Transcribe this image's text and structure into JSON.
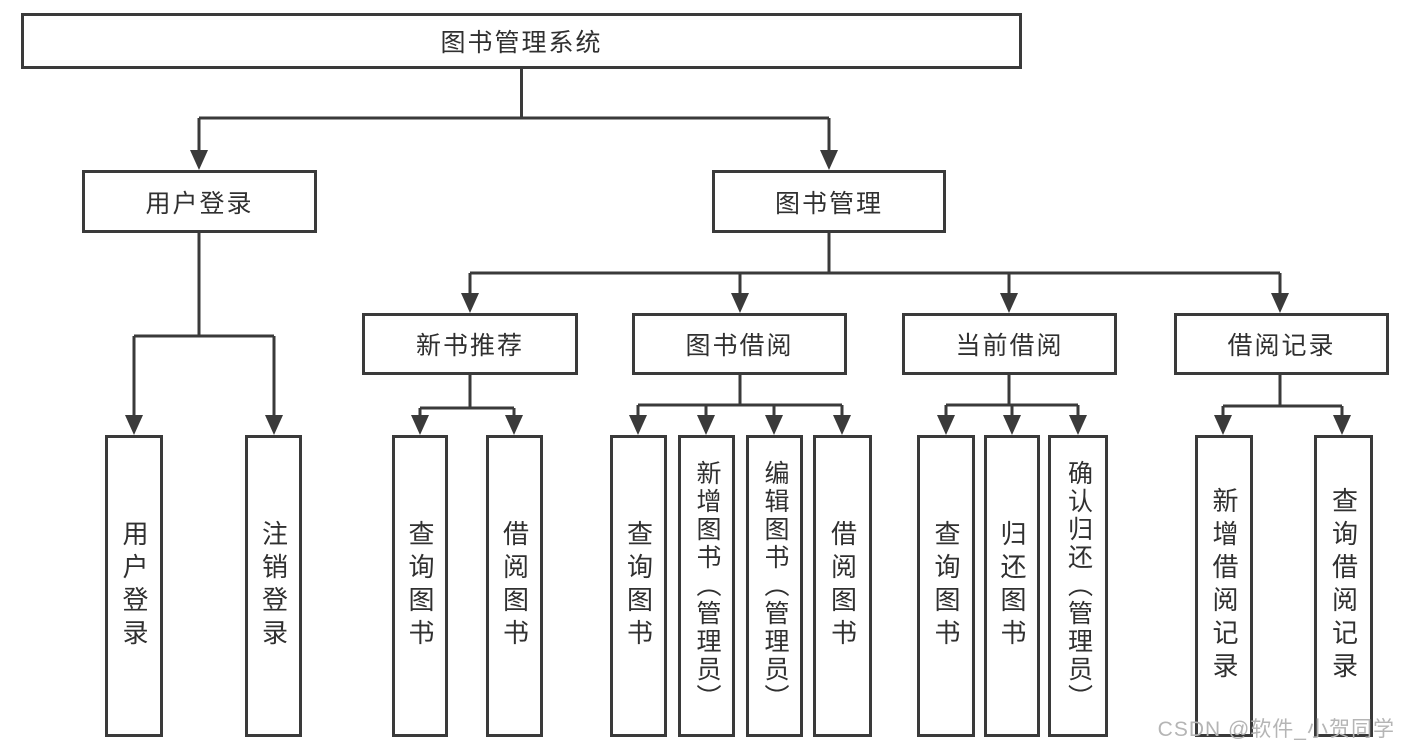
{
  "tree": {
    "label": "图书管理系统",
    "children": [
      {
        "label": "用户登录",
        "children": [
          {
            "label": "用户登录"
          },
          {
            "label": "注销登录"
          }
        ]
      },
      {
        "label": "图书管理",
        "children": [
          {
            "label": "新书推荐",
            "children": [
              {
                "label": "查询图书"
              },
              {
                "label": "借阅图书"
              }
            ]
          },
          {
            "label": "图书借阅",
            "children": [
              {
                "label": "查询图书"
              },
              {
                "label": "新增图书（管理员）"
              },
              {
                "label": "编辑图书（管理员）"
              },
              {
                "label": "借阅图书"
              }
            ]
          },
          {
            "label": "当前借阅",
            "children": [
              {
                "label": "查询图书"
              },
              {
                "label": "归还图书"
              },
              {
                "label": "确认归还（管理员）"
              }
            ]
          },
          {
            "label": "借阅记录",
            "children": [
              {
                "label": "新增借阅记录"
              },
              {
                "label": "查询借阅记录"
              }
            ]
          }
        ]
      }
    ]
  },
  "watermark": {
    "text": "CSDN @软件_小贺同学"
  },
  "colors": {
    "line": "#3a3a3a",
    "text": "#303030",
    "watermark": "#b5b5b5",
    "background": "#ffffff"
  }
}
